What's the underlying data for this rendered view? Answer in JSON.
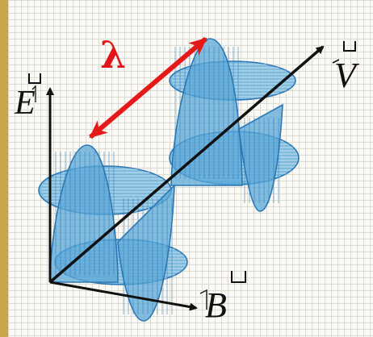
{
  "colors": {
    "side_bar": "#c8a64a",
    "wave_fill": "#5aa8d8",
    "wave_stroke": "#2c78b4",
    "axis": "#111111",
    "wavelength_arrow": "#e61919"
  },
  "labels": {
    "e_field": "E",
    "b_field": "B",
    "velocity": "V",
    "wavelength": "λ"
  }
}
